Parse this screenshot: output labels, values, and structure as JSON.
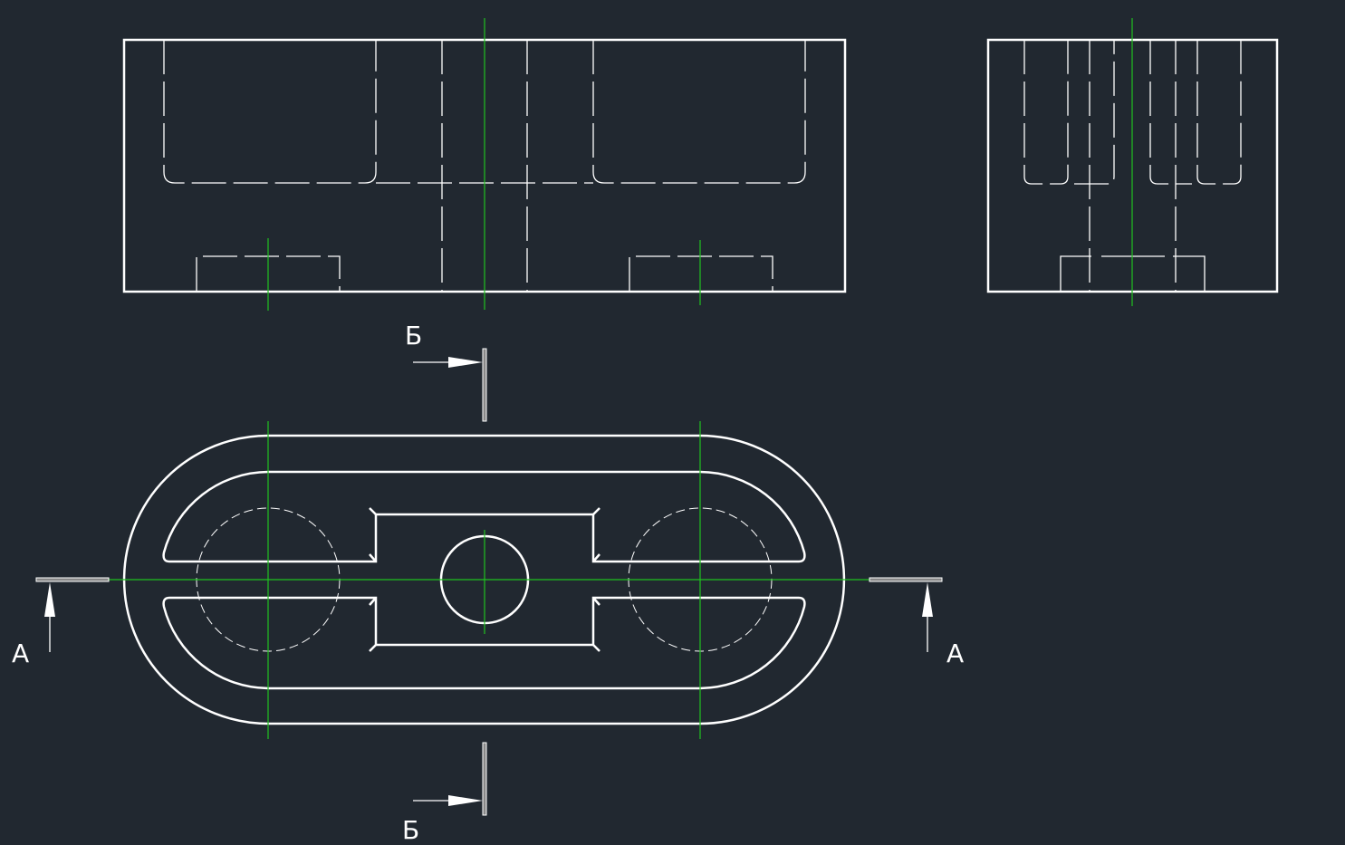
{
  "drawing": {
    "background_color": "#212830",
    "line_color": "#ffffff",
    "centerline_color": "#1fc21f",
    "views": [
      "front-view",
      "side-view",
      "top-view"
    ],
    "section_labels": {
      "b_top": "Б",
      "b_bottom": "Б",
      "a_left": "A",
      "a_right": "A"
    }
  }
}
